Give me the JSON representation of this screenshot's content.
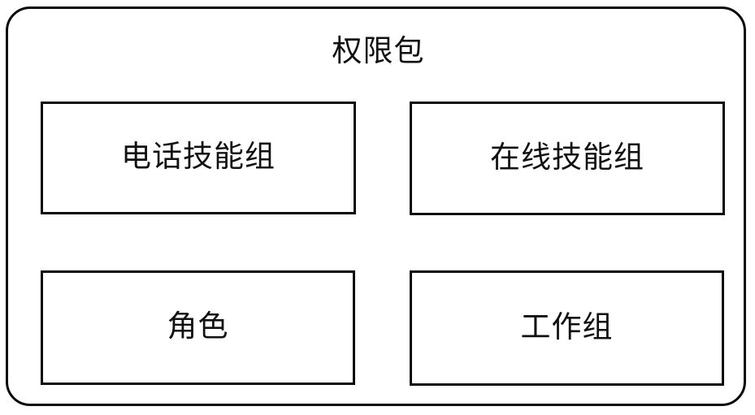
{
  "diagram": {
    "title": "权限包",
    "container_name": "权限包",
    "boxes": [
      {
        "label": "电话技能组",
        "row": 1,
        "column": 1
      },
      {
        "label": "在线技能组",
        "row": 1,
        "column": 2
      },
      {
        "label": "角色",
        "row": 2,
        "column": 1
      },
      {
        "label": "工作组",
        "row": 2,
        "column": 2
      }
    ],
    "colors": {
      "background": "#ffffff",
      "stroke": "#0a0a0a",
      "text": "#111111"
    }
  }
}
